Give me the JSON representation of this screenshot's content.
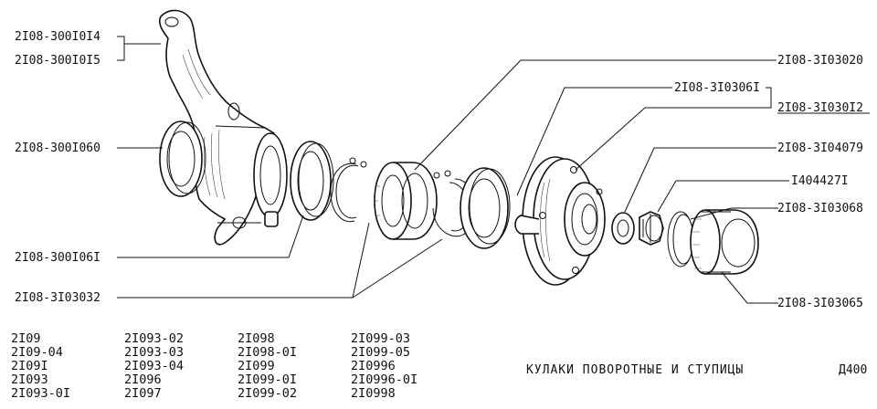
{
  "parts": {
    "knuckle_a": "2I08-300I0I4",
    "knuckle_b": "2I08-300I0I5",
    "seal_ring": "2I08-300I060",
    "mudguard": "2I08-300I06I",
    "circlip": "2I08-3I03032",
    "bearing": "2I08-3I03020",
    "hub": "2I08-3I0306I",
    "hub_assembly": "2I08-3I030I2",
    "washer": "2I08-3I04079",
    "nut": "I404427I",
    "cap_ring": "2I08-3I03068",
    "cap": "2I08-3I03065"
  },
  "models": [
    [
      "2I09",
      "2I09-04",
      "2I09I",
      "2I093",
      "2I093-0I"
    ],
    [
      "2I093-02",
      "2I093-03",
      "2I093-04",
      "2I096",
      "2I097"
    ],
    [
      "2I098",
      "2I098-0I",
      "2I099",
      "2I099-0I",
      "2I099-02"
    ],
    [
      "2I099-03",
      "2I099-05",
      "2I0996",
      "2I0996-0I",
      "2I0998"
    ]
  ],
  "title": "КУЛАКИ ПОВОРОТНЫЕ И СТУПИЦЫ",
  "sheet_code": "Д400"
}
